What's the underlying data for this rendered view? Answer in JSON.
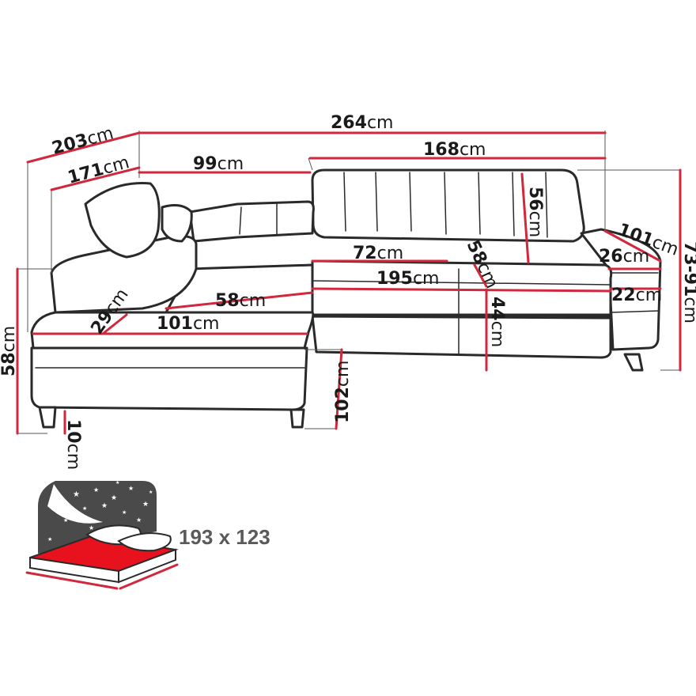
{
  "unit": "cm",
  "dimensions": {
    "total_width": "264",
    "total_depth": "203",
    "corner_width": "99",
    "back_width": "168",
    "depth_inner": "171",
    "backrest_height": "56",
    "armrest_depth": "101",
    "armrest_width": "26",
    "seat_width_back": "72",
    "seat_depth": "58",
    "seat_width": "195",
    "armrest_height": "22",
    "total_height": "73-91",
    "seat_height": "44",
    "chaise_seat_depth": "58",
    "chaise_arm": "29",
    "chaise_seat_width": "101",
    "side_height": "58",
    "leg_height": "10",
    "chaise_length": "102"
  },
  "bed": {
    "size_label": "193 x 123"
  },
  "colors": {
    "dimension_line": "#d0283c",
    "outline": "#2a2a2a",
    "bed_surface": "#e8121e",
    "night_sky": "#4a4a4a"
  }
}
